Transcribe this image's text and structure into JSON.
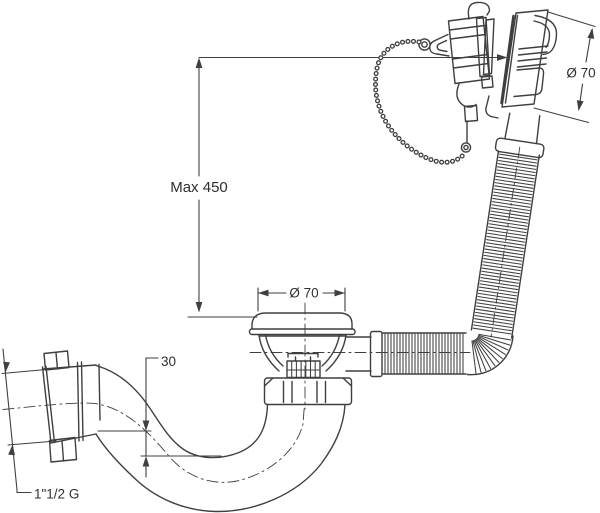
{
  "drawing": {
    "background": "#ffffff",
    "line_color": "#3f3f3f",
    "labels": {
      "max_height": "Max 450",
      "drain_diameter": "Ø 70",
      "overflow_diameter": "Ø 70",
      "trap_offset": "30",
      "outlet_thread": "1\"1/2 G"
    }
  }
}
